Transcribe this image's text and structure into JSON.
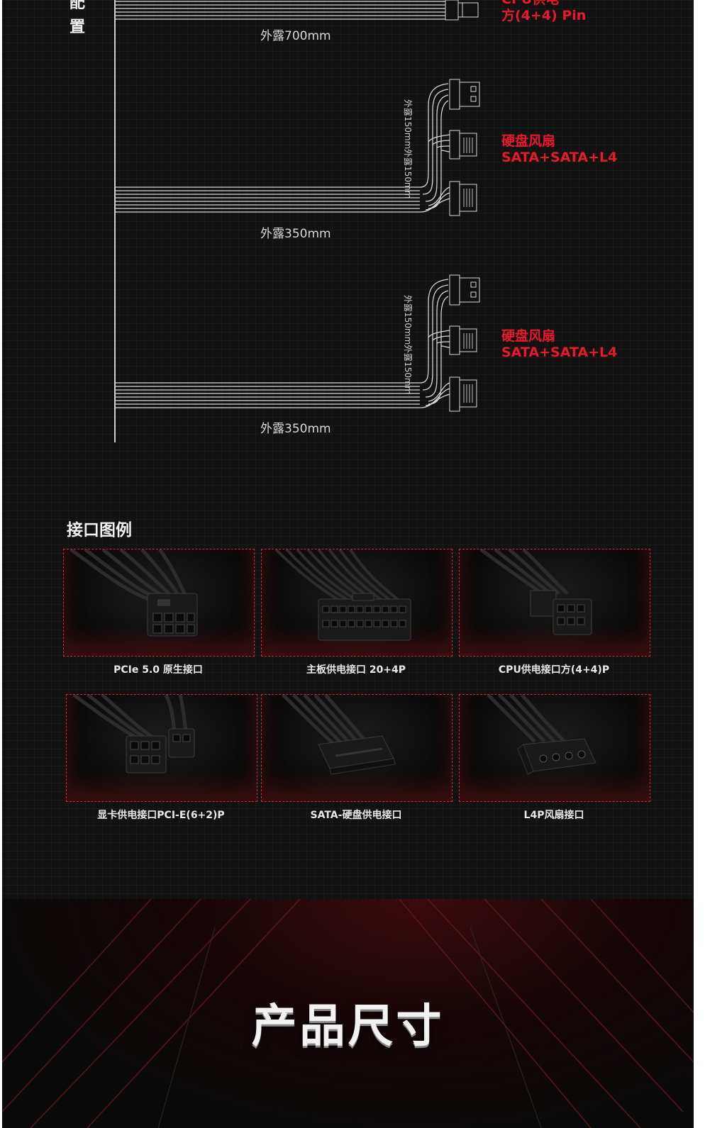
{
  "diagram": {
    "side_label_chars": [
      "配",
      "置"
    ],
    "top_red_label_line1": "CPU供电",
    "top_red_label_line2": "方(4+4) Pin",
    "cable1_length": "外露700mm",
    "group1": {
      "red_label_line1": "硬盘风扇",
      "red_label_line2": "SATA+SATA+L4",
      "seg1": "外露150mm",
      "seg2": "外露150mm",
      "length": "外露350mm"
    },
    "group2": {
      "red_label_line1": "硬盘风扇",
      "red_label_line2": "SATA+SATA+L4",
      "seg1": "外露150mm",
      "seg2": "外露150mm",
      "length": "外露350mm"
    }
  },
  "legend": {
    "title": "接口图例",
    "items": [
      {
        "caption": "PCIe 5.0 原生接口",
        "icon": "pcie5-connector-icon"
      },
      {
        "caption": "主板供电接口 20+4P",
        "icon": "atx-24pin-connector-icon"
      },
      {
        "caption": "CPU供电接口方(4+4)P",
        "icon": "cpu-8pin-connector-icon"
      },
      {
        "caption": "显卡供电接口PCI-E(6+2)P",
        "icon": "pcie-6plus2-connector-icon"
      },
      {
        "caption": "SATA-硬盘供电接口",
        "icon": "sata-connector-icon"
      },
      {
        "caption": "L4P风扇接口",
        "icon": "molex-4pin-connector-icon"
      }
    ]
  },
  "section": {
    "title": "产品尺寸"
  },
  "colors": {
    "accent_red": "#e8192c",
    "background": "#111111"
  }
}
